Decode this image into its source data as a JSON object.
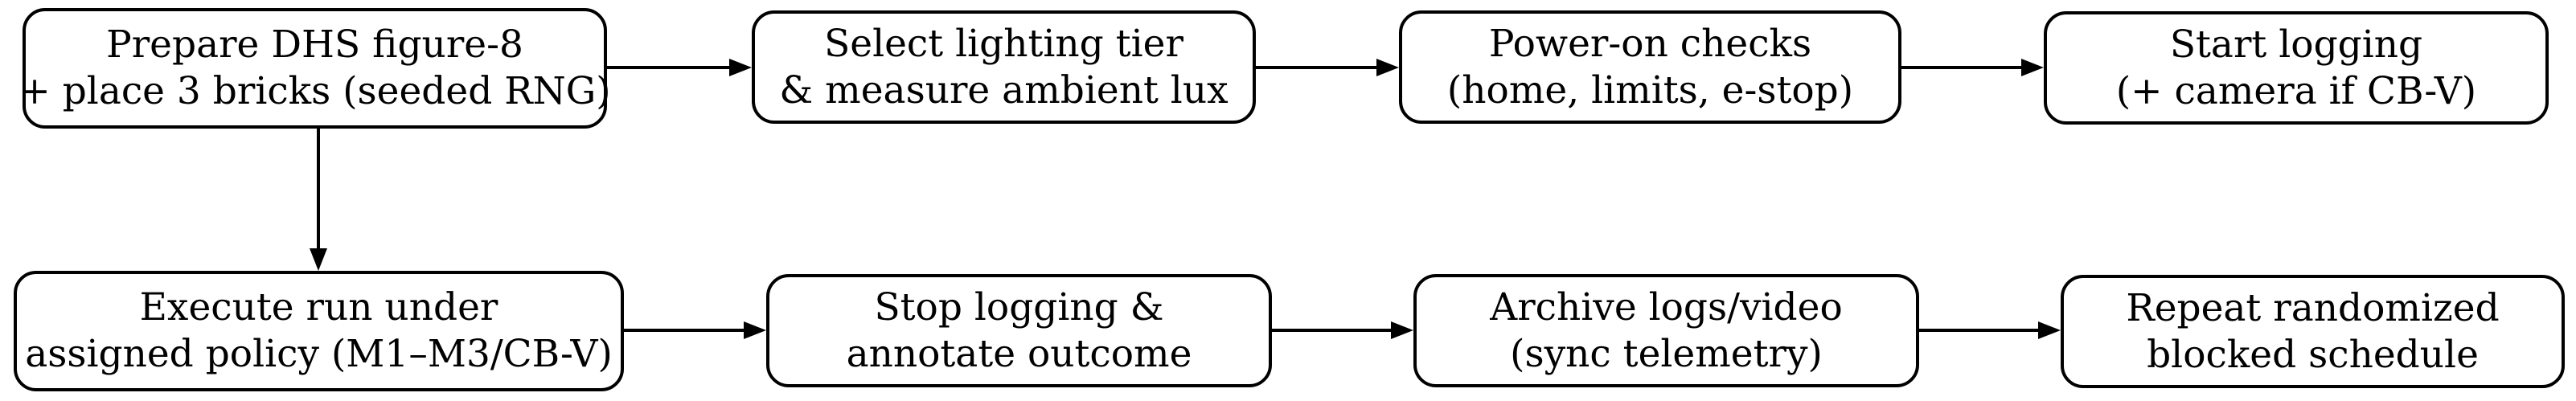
{
  "colors": {
    "background": "#ffffff",
    "stroke": "#000000",
    "text": "#000000"
  },
  "nodes": [
    {
      "id": "prepare-dhs",
      "line1": "Prepare DHS figure-8",
      "line2": "+ place 3 bricks (seeded RNG)"
    },
    {
      "id": "select-lighting",
      "line1": "Select lighting tier",
      "line2": "& measure ambient lux"
    },
    {
      "id": "power-on-checks",
      "line1": "Power-on checks",
      "line2": "(home, limits, e-stop)"
    },
    {
      "id": "start-logging",
      "line1": "Start logging",
      "line2": "(+ camera if CB-V)"
    },
    {
      "id": "execute-run",
      "line1": "Execute run under",
      "line2": "assigned policy (M1–M3/CB-V)"
    },
    {
      "id": "stop-logging",
      "line1": "Stop logging &",
      "line2": "annotate outcome"
    },
    {
      "id": "archive-logs",
      "line1": "Archive logs/video",
      "line2": "(sync telemetry)"
    },
    {
      "id": "repeat-schedule",
      "line1": "Repeat randomized",
      "line2": "blocked schedule"
    }
  ],
  "edges": [
    {
      "from": "prepare-dhs",
      "to": "select-lighting",
      "direction": "right"
    },
    {
      "from": "select-lighting",
      "to": "power-on-checks",
      "direction": "right"
    },
    {
      "from": "power-on-checks",
      "to": "start-logging",
      "direction": "right"
    },
    {
      "from": "prepare-dhs",
      "to": "execute-run",
      "direction": "down"
    },
    {
      "from": "execute-run",
      "to": "stop-logging",
      "direction": "right"
    },
    {
      "from": "stop-logging",
      "to": "archive-logs",
      "direction": "right"
    },
    {
      "from": "archive-logs",
      "to": "repeat-schedule",
      "direction": "right"
    }
  ]
}
